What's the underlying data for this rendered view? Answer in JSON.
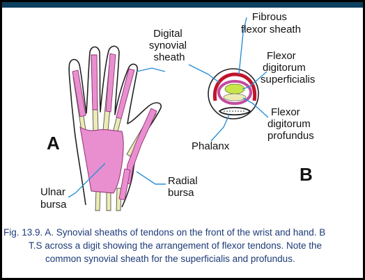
{
  "labels": {
    "panel_a": "A",
    "panel_b": "B",
    "digital_sheath": [
      "Digital",
      "synovial",
      "sheath"
    ],
    "fibrous_sheath": [
      "Fibrous",
      "flexor sheath"
    ],
    "fds": [
      "Flexor",
      "digitorum",
      "superficialis"
    ],
    "fdp": [
      "Flexor",
      "digitorum",
      "profundus"
    ],
    "phalanx": "Phalanx",
    "radial_bursa": [
      "Radial",
      "bursa"
    ],
    "ulnar_bursa": [
      "Ulnar",
      "bursa"
    ]
  },
  "caption": {
    "line1": "Fig. 13.9. A. Synovial sheaths of tendons on the front of the wrist and hand. B",
    "line2": "T.S across a digit showing the arrangement of flexor tendons. Note the",
    "line3": "common synovial sheath for the superficialis and profundus."
  },
  "colors": {
    "sheath_pink": "#e98fd0",
    "sheath_dark": "#c24b9f",
    "tendon_yellow": "#ecebb5",
    "leader_blue": "#2b8fd6",
    "fds_green": "#c8e64a",
    "fibrous_red": "#c0152a",
    "caption_blue": "#1c3a78"
  }
}
